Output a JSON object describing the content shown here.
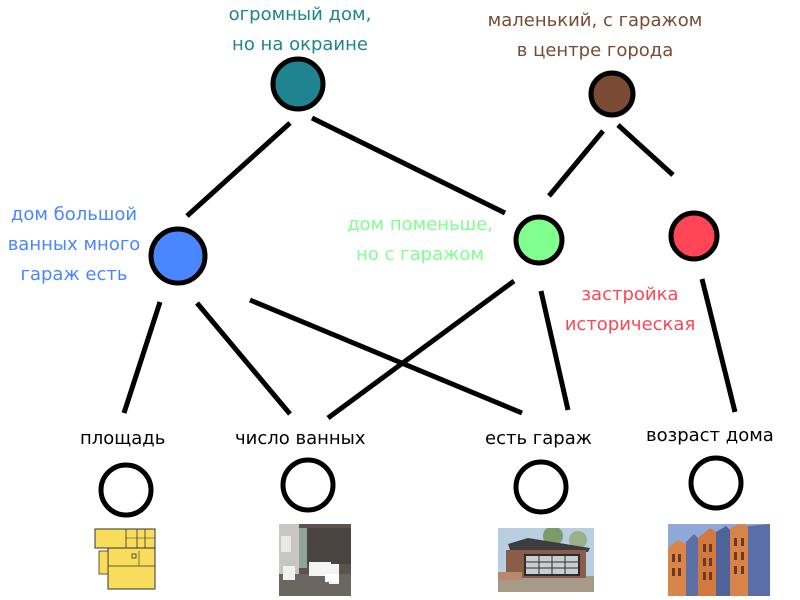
{
  "diagram": {
    "title": "Нейронная сеть: оценка дома",
    "output_nodes": [
      {
        "id": "big_far",
        "label_lines": [
          "огромный дом,",
          "но на окраине"
        ],
        "color": "#1f848f"
      },
      {
        "id": "small_center",
        "label_lines": [
          "маленький, с гаражом",
          "в центре города"
        ],
        "color": "#7a4a32"
      }
    ],
    "hidden_nodes": [
      {
        "id": "big_bath_garage",
        "label_lines": [
          "дом большой",
          "ванных много",
          "гараж есть"
        ],
        "color": "#4a86ff"
      },
      {
        "id": "smaller_garage",
        "label_lines": [
          "дом поменьше,",
          "но с гаражом"
        ],
        "color": "#80ff8f"
      },
      {
        "id": "historic",
        "label_lines": [
          "застройка",
          "историческая"
        ],
        "color": "#ff4656"
      }
    ],
    "input_nodes": [
      {
        "id": "area",
        "label": "площадь",
        "image": "floor-plan"
      },
      {
        "id": "baths",
        "label": "число ванных",
        "image": "bathroom"
      },
      {
        "id": "garage",
        "label": "есть гараж",
        "image": "garage-house"
      },
      {
        "id": "age",
        "label": "возраст дома",
        "image": "historic-facade"
      }
    ],
    "edges": [
      {
        "from": "big_bath_garage",
        "to": "big_far"
      },
      {
        "from": "smaller_garage",
        "to": "big_far"
      },
      {
        "from": "smaller_garage",
        "to": "small_center"
      },
      {
        "from": "historic",
        "to": "small_center"
      },
      {
        "from": "area",
        "to": "big_bath_garage"
      },
      {
        "from": "baths",
        "to": "big_bath_garage"
      },
      {
        "from": "garage",
        "to": "big_bath_garage"
      },
      {
        "from": "baths",
        "to": "smaller_garage"
      },
      {
        "from": "garage",
        "to": "smaller_garage"
      },
      {
        "from": "age",
        "to": "historic"
      }
    ]
  }
}
